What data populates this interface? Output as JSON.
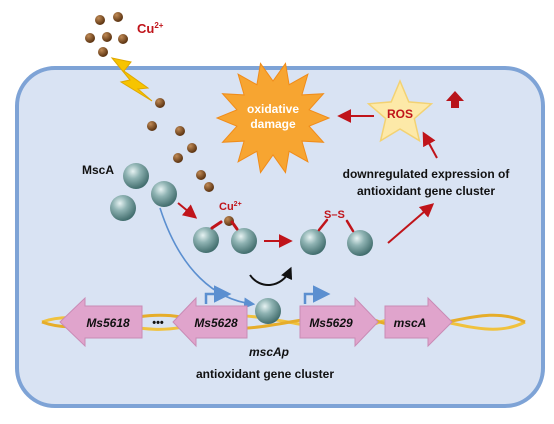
{
  "diagram": {
    "ion_label": "Cu",
    "ion_charge": "2+",
    "bound_ion_label": "Cu",
    "bound_ion_charge": "2+",
    "protein_label": "MscA",
    "disulfide_label": "S–S",
    "ros_label": "ROS",
    "damage_label_line1": "oxidative",
    "damage_label_line2": "damage",
    "expression_line1": "downregulated expression of",
    "expression_line2": "antioxidant gene cluster",
    "genes": [
      "Ms5618",
      "Ms5628",
      "Ms5629",
      "mscA"
    ],
    "ellipsis": "•••",
    "promoter_label": "mscAp",
    "cluster_label": "antioxidant gene cluster"
  },
  "colors": {
    "cell_fill": "#d9e3f3",
    "cell_stroke": "#7ea3d6",
    "protein": "#6e9a9a",
    "copper": "#7a4a22",
    "red_arrow": "#c0141a",
    "starburst": "#f7a531",
    "ros_star": "#fde9a8",
    "gene_arrow": "#e0a4cc",
    "dna_strand": "#f0c23e",
    "promoter_arrow": "#5b8fd0",
    "bolt": "#f7c400"
  }
}
